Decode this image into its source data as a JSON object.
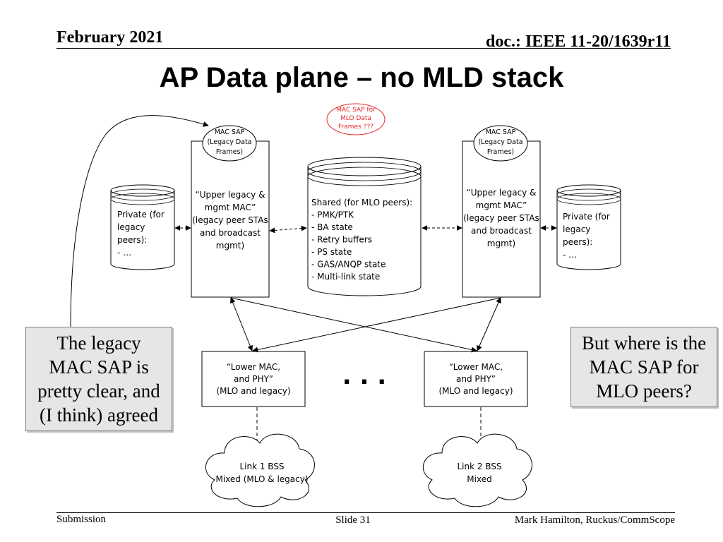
{
  "header": {
    "date": "February 2021",
    "doc": "doc.: IEEE 11-20/1639r11"
  },
  "title": "AP Data plane – no MLD stack",
  "footer": {
    "left": "Submission",
    "center": "Slide 31",
    "right": "Mark Hamilton, Ruckus/CommScope"
  },
  "diagram": {
    "mlo_sap": [
      "MAC SAP for",
      "MLO Data",
      "Frames ???"
    ],
    "mlo_sap_color": "#e8262a",
    "legacy_sap_left": [
      "MAC SAP",
      "(Legacy Data",
      "Frames)"
    ],
    "legacy_sap_right": [
      "MAC SAP",
      "(Legacy Data",
      "Frames)"
    ],
    "upper_left": [
      "“Upper legacy &",
      "mgmt MAC”",
      "(legacy peer STAs",
      "and broadcast",
      "mgmt)"
    ],
    "upper_right": [
      "“Upper legacy &",
      "mgmt MAC”",
      "(legacy peer STAs",
      "and broadcast",
      "mgmt)"
    ],
    "private_left": [
      "Private (for",
      "legacy",
      "peers):",
      "- …"
    ],
    "private_right": [
      "Private (for",
      "legacy",
      "peers):",
      "- …"
    ],
    "shared": [
      "Shared (for MLO peers):",
      "- PMK/PTK",
      "- BA state",
      "- Retry buffers",
      "- PS state",
      "- GAS/ANQP state",
      "- Multi-link state"
    ],
    "lower_left": [
      "“Lower MAC,",
      "and PHY”",
      "(MLO and legacy)"
    ],
    "lower_right": [
      "“Lower MAC,",
      "and PHY”",
      "(MLO and legacy)"
    ],
    "ellipsis": ". . .",
    "link1": [
      "Link 1 BSS",
      "Mixed (MLO & legacy)"
    ],
    "link2": [
      "Link 2 BSS",
      "Mixed"
    ]
  },
  "callouts": {
    "left": "The legacy\nMAC SAP is\npretty clear, and\n(I think) agreed",
    "right": "But where is the\nMAC SAP for\nMLO peers?"
  }
}
